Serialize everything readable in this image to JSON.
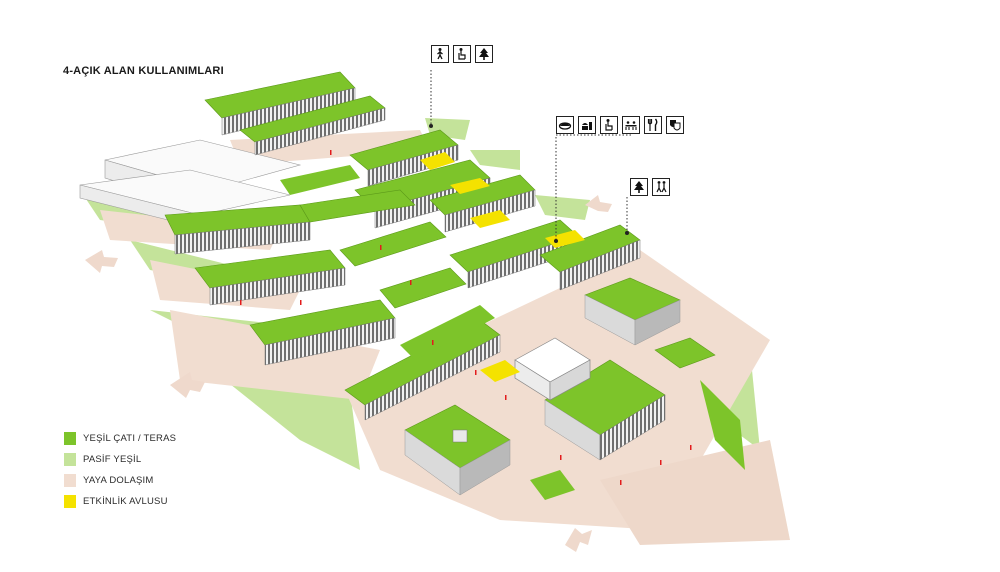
{
  "title": "4-AÇIK ALAN KULLANIMLARI",
  "colors": {
    "green_roof": "#7dc42a",
    "passive_green": "#c4e39a",
    "pedestrian": "#f1ddd0",
    "event_court": "#f4e200",
    "building_side": "#f5f5f5",
    "glass": "#7a7a7a"
  },
  "legend": [
    {
      "label": "YEŞİL ÇATI / TERAS",
      "color": "#7dc42a"
    },
    {
      "label": "PASİF YEŞİL",
      "color": "#c4e39a"
    },
    {
      "label": "YAYA DOLAŞIM",
      "color": "#f1ddd0"
    },
    {
      "label": "ETKİNLİK AVLUSU",
      "color": "#f4e200"
    }
  ],
  "icon_groups": [
    {
      "icons": [
        "walking-person-icon",
        "sitting-person-icon",
        "tree-icon"
      ]
    },
    {
      "icons": [
        "meal-icon",
        "fast-food-icon",
        "sitting-person-icon",
        "group-seating-icon",
        "restaurant-icon",
        "theater-masks-icon"
      ]
    },
    {
      "icons": [
        "tree-icon",
        "hiking-icon"
      ]
    }
  ]
}
